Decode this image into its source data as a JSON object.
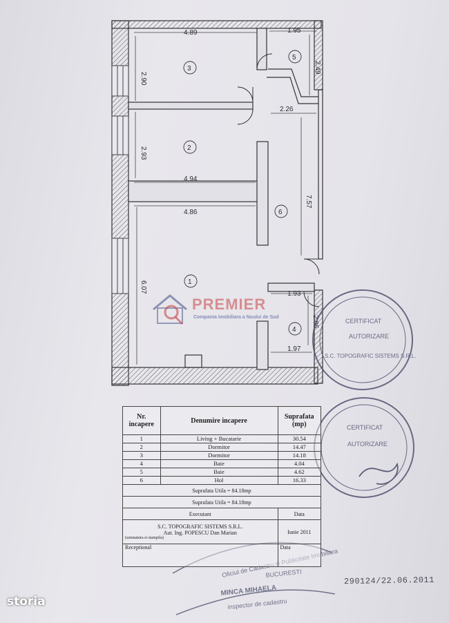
{
  "dimensions": {
    "d_489": "4.89",
    "d_195": "1.95",
    "d_290": "2.90",
    "d_249": "2.49",
    "d_226": "2.26",
    "d_293": "2.93",
    "d_494": "4.94",
    "d_486": "4.86",
    "d_757": "7.57",
    "d_607": "6.07",
    "d_193": "1.93",
    "d_205": "2.05",
    "d_197": "1.97"
  },
  "room_numbers": [
    "1",
    "2",
    "3",
    "4",
    "5",
    "6"
  ],
  "watermark": {
    "brand": "PREMIER",
    "tagline": "Compania imobiliara a Noului de Sud",
    "icon": "house-magnifier-icon"
  },
  "table": {
    "headers": {
      "nr": "Nr. incapere",
      "name": "Denumire incapere",
      "area": "Suprafata (mp)"
    },
    "rows": [
      {
        "nr": "1",
        "name": "Living + Bucatarie",
        "area": "30.54"
      },
      {
        "nr": "2",
        "name": "Dormitor",
        "area": "14.47"
      },
      {
        "nr": "3",
        "name": "Dormitor",
        "area": "14.18"
      },
      {
        "nr": "4",
        "name": "Baie",
        "area": "4.04"
      },
      {
        "nr": "5",
        "name": "Baie",
        "area": "4.62"
      },
      {
        "nr": "6",
        "name": "Hol",
        "area": "16.33"
      }
    ],
    "summary1": "Suprafata Utila = 84.18mp",
    "summary2": "Suprafata Utila = 84.18mp",
    "executant_label": "Executant",
    "data_label": "Data",
    "company": "S.C. TOPOGRAFIC SISTEMS S.R.L.",
    "author": "Aut. Ing. POPESCU Dan Marian",
    "date": "Iunie 2011",
    "sign_note": "(semnatura si stampila)",
    "receptional": "Receptional",
    "receptional_data": "Data",
    "office": "Oficiul de Cadastru si Publicitate Imobiliara",
    "city": "BUCURESTI",
    "inspector": "MINCA MIHAELA",
    "inspector_title": "inspector de cadastru"
  },
  "stamps": {
    "certificat": "CERTIFICAT",
    "autorizare": "AUTORIZARE",
    "company": "S.C. TOPOGRAFIC SISTEMS S.R.L."
  },
  "handwritten": "290124/22.06.2011",
  "brand_overlay": "storia",
  "colors": {
    "ink": "#2b2b33",
    "stamp": "#4a4b6a",
    "watermark_red": "#c84646",
    "watermark_blue": "#465096"
  }
}
